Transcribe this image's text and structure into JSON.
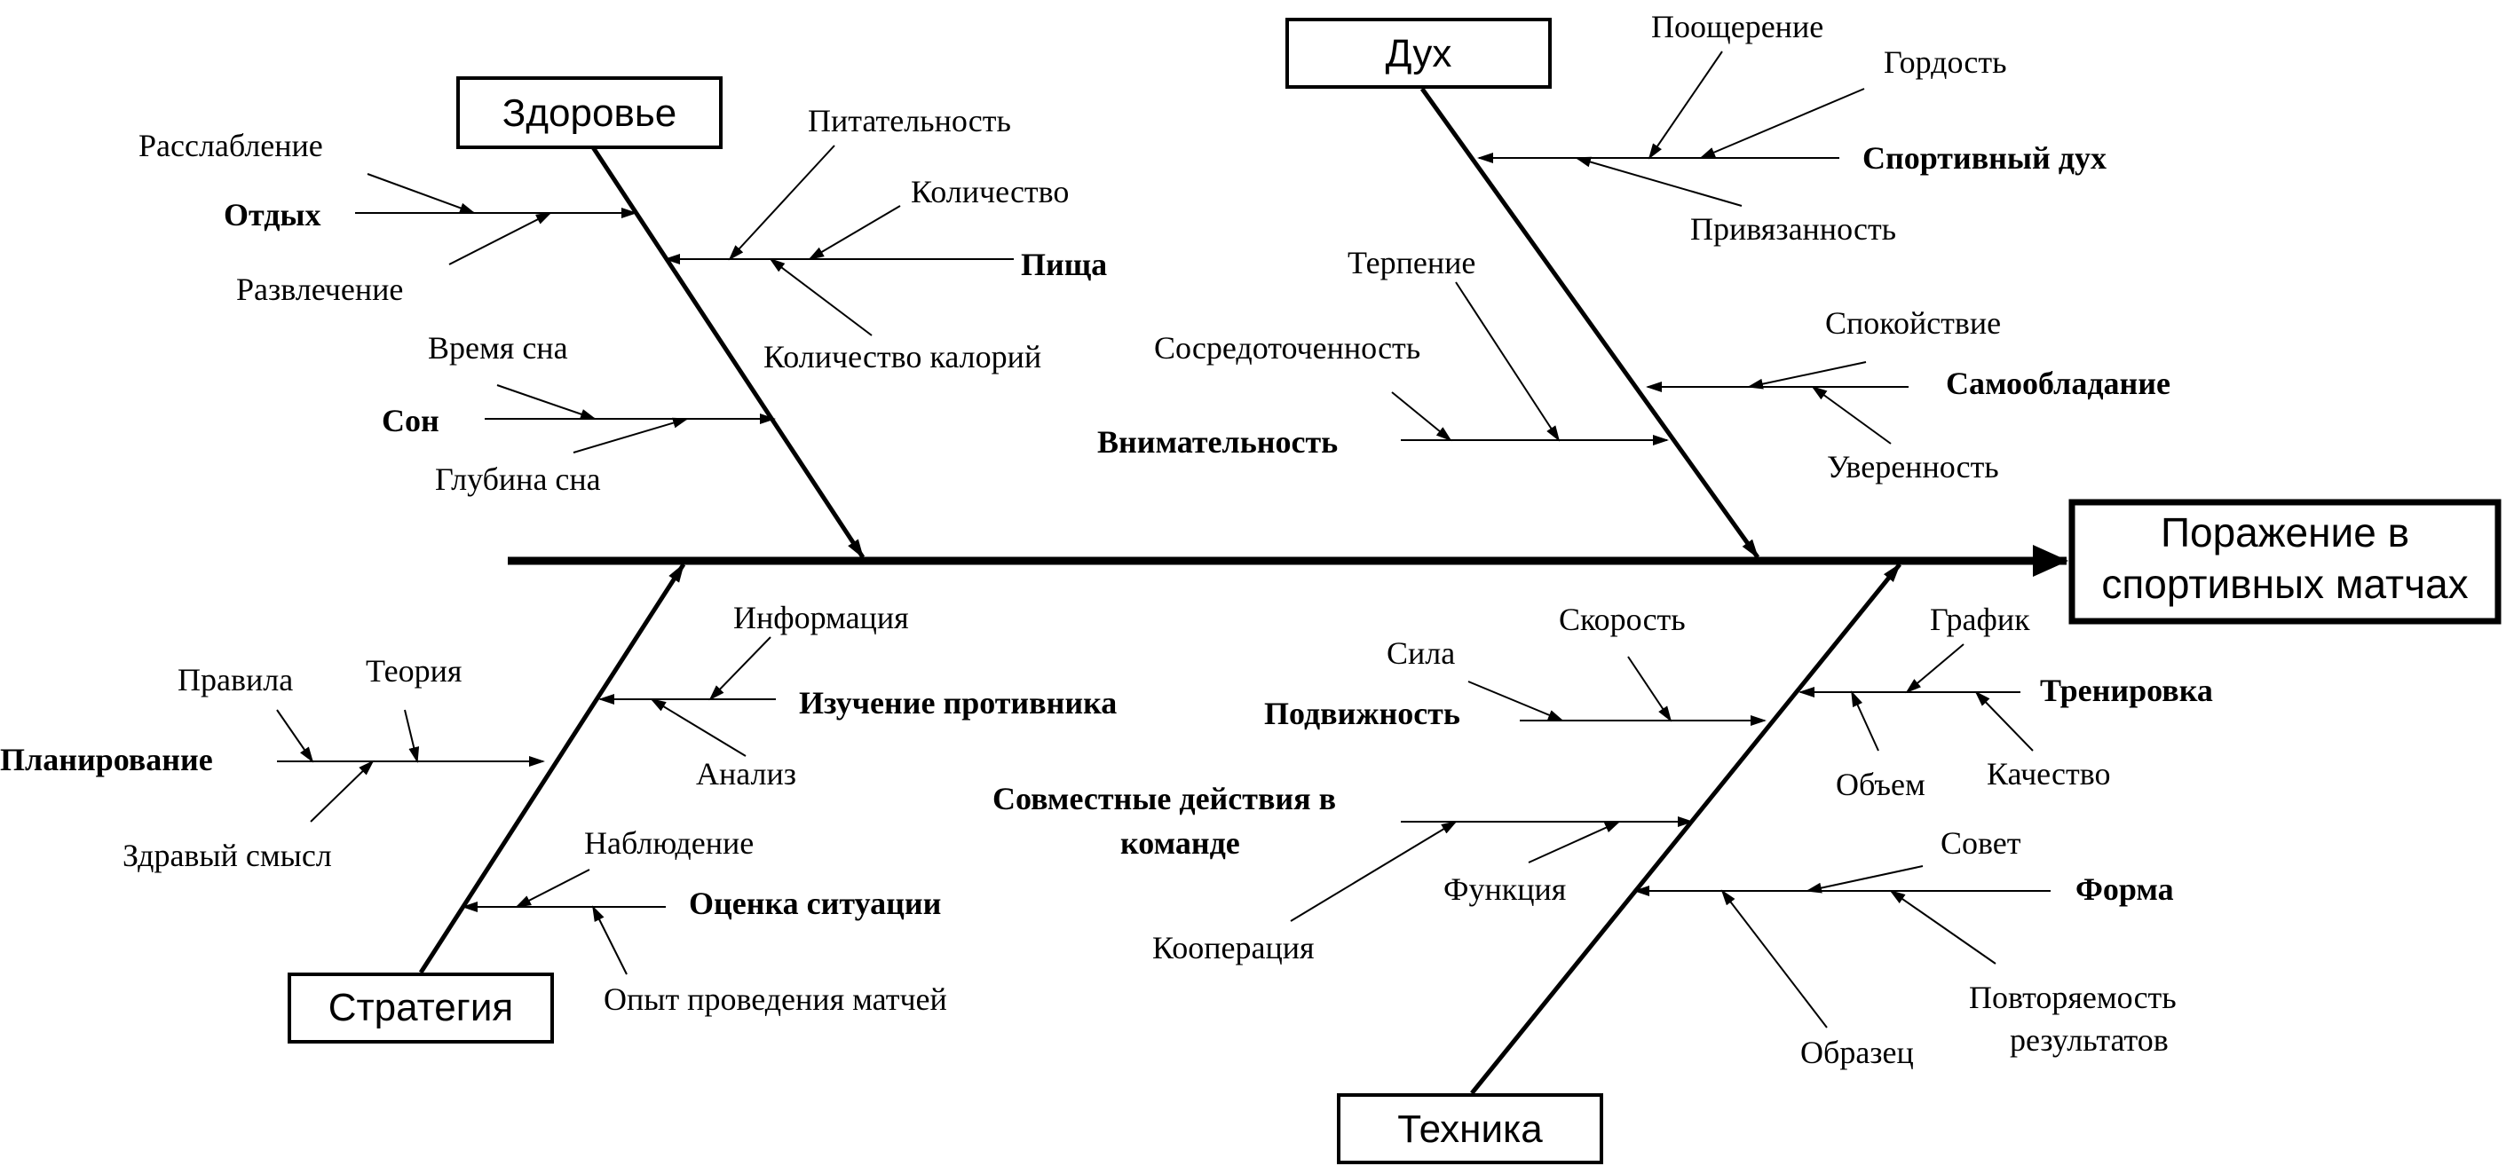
{
  "effect": {
    "line1": "Поражение в",
    "line2": "спортивных матчах"
  },
  "categories": {
    "health": "Здоровье",
    "spirit": "Дух",
    "strategy": "Стратегия",
    "technique": "Техника"
  },
  "health": {
    "rest": {
      "label": "Отдых",
      "relaxation": "Расслабление",
      "entertainment": "Развлечение"
    },
    "food": {
      "label": "Пища",
      "nutrition": "Питательность",
      "quantity": "Количество",
      "calories": "Количество калорий"
    },
    "sleep": {
      "label": "Сон",
      "time": "Время сна",
      "depth": "Глубина сна"
    }
  },
  "spirit": {
    "sport_spirit": {
      "label": "Спортивный дух",
      "encouragement": "Поощерение",
      "pride": "Гордость",
      "attachment": "Привязанность"
    },
    "self_control": {
      "label": "Самообладание",
      "calm": "Спокойствие",
      "confidence": "Уверенность"
    },
    "attentiveness": {
      "label": "Внимательность",
      "patience": "Терпение",
      "focus": "Сосредоточенность"
    }
  },
  "strategy": {
    "planning": {
      "label": "Планирование",
      "rules": "Правила",
      "theory": "Теория",
      "common_sense": "Здравый смысл"
    },
    "opponent_study": {
      "label": "Изучение противника",
      "information": "Информация",
      "analysis": "Анализ"
    },
    "situation": {
      "label": "Оценка ситуации",
      "observation": "Наблюдение",
      "experience": "Опыт проведения матчей"
    }
  },
  "technique": {
    "mobility": {
      "label": "Подвижность",
      "strength": "Сила",
      "speed": "Скорость"
    },
    "teamwork": {
      "label_line1": "Совместные действия в",
      "label_line2": "команде",
      "cooperation": "Кооперация",
      "function": "Функция"
    },
    "training": {
      "label": "Тренировка",
      "schedule": "График",
      "volume": "Объем",
      "quality": "Качество"
    },
    "form": {
      "label": "Форма",
      "advice": "Совет",
      "sample": "Образец",
      "repeat_line1": "Повторяемость",
      "repeat_line2": "результатов"
    }
  }
}
